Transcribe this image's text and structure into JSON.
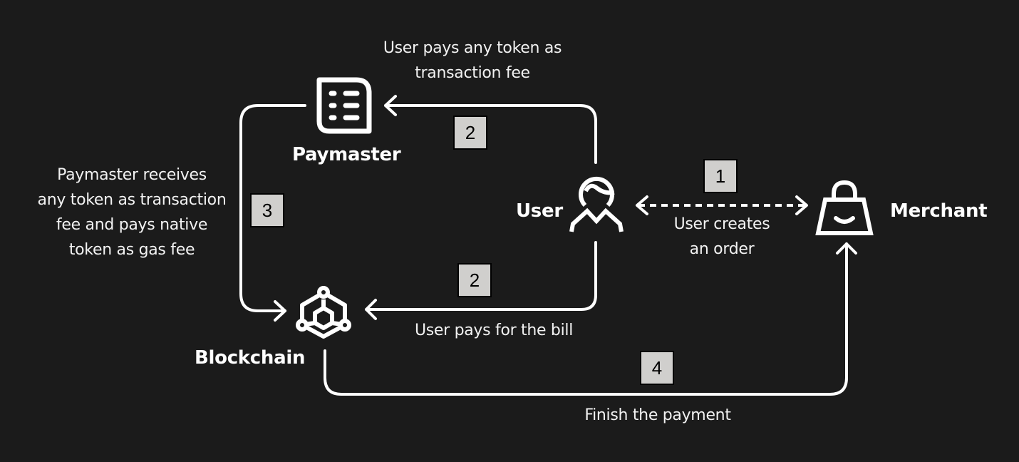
{
  "colors": {
    "background": "#1b1b1b",
    "foreground": "#ffffff",
    "badge_fill": "#d0cfcd",
    "badge_border": "#000000"
  },
  "nodes": {
    "paymaster": {
      "label": "Paymaster",
      "icon": "document-list-icon"
    },
    "user": {
      "label": "User",
      "icon": "user-icon"
    },
    "merchant": {
      "label": "Merchant",
      "icon": "shopping-bag-icon"
    },
    "blockchain": {
      "label": "Blockchain",
      "icon": "blockchain-cube-icon"
    }
  },
  "steps": {
    "create_order": {
      "number": "1",
      "text_lines": [
        "User creates",
        "an order"
      ],
      "style": "dashed-bidirectional"
    },
    "pay_token_fee": {
      "number": "2",
      "text_lines": [
        "User pays any token as",
        "transaction fee"
      ]
    },
    "pay_bill": {
      "number": "2",
      "text_lines": [
        "User pays for the bill"
      ]
    },
    "paymaster_gas": {
      "number": "3",
      "text_lines": [
        "Paymaster receives",
        "any token as transaction",
        "fee and pays native",
        "token as gas fee"
      ]
    },
    "finish": {
      "number": "4",
      "text_lines": [
        "Finish the payment"
      ]
    }
  }
}
